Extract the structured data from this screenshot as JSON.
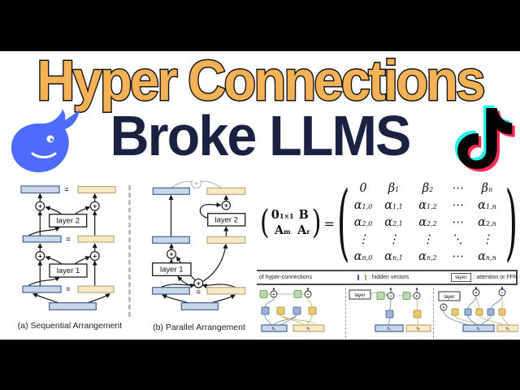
{
  "title": {
    "line1": "Hyper Connections",
    "line2": "Broke LLMS"
  },
  "colors": {
    "title_orange": "#F5B155",
    "title_navy": "#1B2140",
    "bar_blue": "#C9D7EC",
    "bar_blue_stroke": "#44608F",
    "bar_yellow": "#F8E9C5",
    "green_box": "#BCD9A9",
    "deepseek_blue": "#4D6BFE",
    "tiktok_cyan": "#25F4EE",
    "tiktok_pink": "#FE2C55",
    "letterbox": "#000000"
  },
  "diagram_a": {
    "layer1": "layer 1",
    "layer2": "layer 2",
    "caption": "(a) Sequential Arrangement",
    "plus": "+",
    "equals": "="
  },
  "diagram_b": {
    "layer1": "layer 1",
    "layer2": "layer 2",
    "caption": "(b) Parallel Arrangement",
    "plus": "+",
    "equals": "="
  },
  "equation": {
    "lhs": {
      "r0c0": "01×1",
      "r0c1": "B",
      "r1c0": "Am",
      "r1c1": "Ar"
    },
    "equals": "=",
    "rhs": [
      [
        "0",
        "β1",
        "β2",
        "⋯",
        "βn"
      ],
      [
        "α1,0",
        "α1,1",
        "α1,2",
        "⋯",
        "α1,n"
      ],
      [
        "α2,0",
        "α2,1",
        "α2,2",
        "⋯",
        "α2,n"
      ],
      [
        "⋮",
        "⋮",
        "⋮",
        "⋱",
        "⋮"
      ],
      [
        "αn,0",
        "αn,1",
        "αn,2",
        "⋯",
        "αn,n"
      ]
    ]
  },
  "legend": {
    "weights_label": "of hyper-connections",
    "hidden_label": ": hidden vectors",
    "layer_box_label": "layer",
    "layer_desc": ": attention or FFN"
  },
  "panels": {
    "layer_label": "layer",
    "h1": "h₁",
    "h2": "h₂",
    "plus": "+",
    "minus": "−"
  }
}
